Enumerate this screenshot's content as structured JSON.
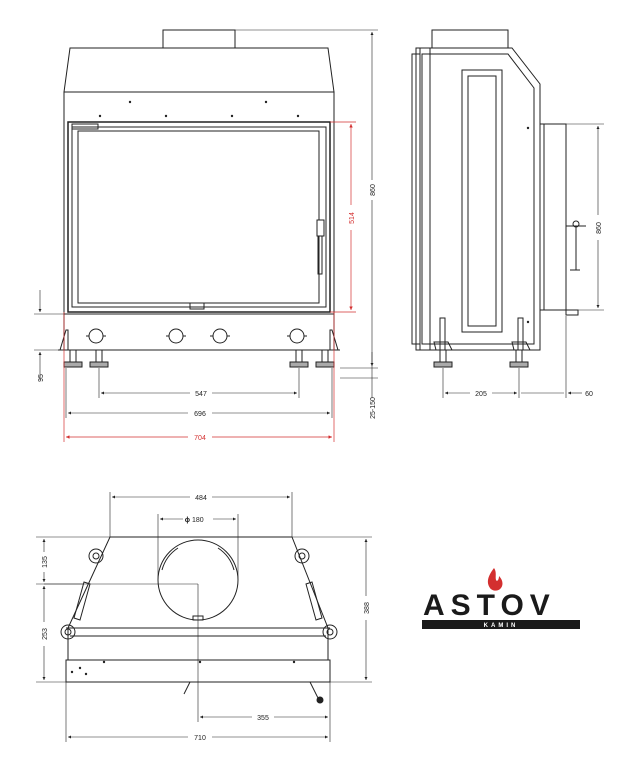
{
  "front_view": {
    "height_total": "860",
    "glass_height": "514",
    "bottom_offset": "95",
    "leg_adjust": "25-150",
    "width_legs": "547",
    "width_body": "696",
    "width_overall": "704"
  },
  "side_view": {
    "height": "860",
    "depth_legs": "205",
    "depth_rear": "60"
  },
  "top_view": {
    "top_width": "484",
    "flue_diameter": "180",
    "depth_front": "135",
    "depth_rear": "253",
    "depth_total": "388",
    "flue_offset": "355",
    "width_total": "710"
  },
  "brand": {
    "name": "ASTOV",
    "subtitle": "KAMIN",
    "red": "#d32f2f"
  }
}
